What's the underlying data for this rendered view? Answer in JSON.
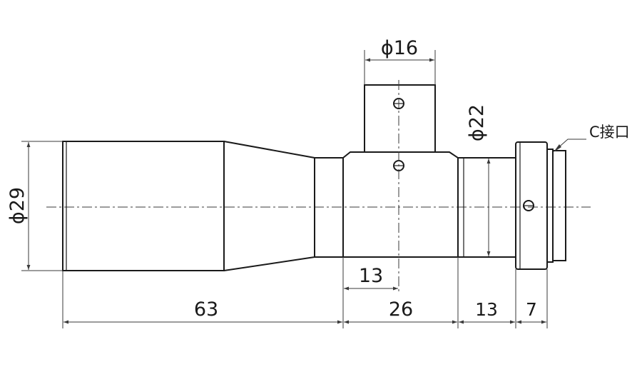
{
  "dimensions": {
    "d16": "ϕ16",
    "d22": "ϕ22",
    "d29": "ϕ29",
    "len63": "63",
    "len26": "26",
    "len13_mid": "13",
    "len13": "13",
    "len7": "7"
  },
  "callout": {
    "c_mount": "C接口"
  },
  "colors": {
    "line": "#1a1a1a",
    "dimension": "#3a3a3a",
    "background": "#ffffff"
  }
}
